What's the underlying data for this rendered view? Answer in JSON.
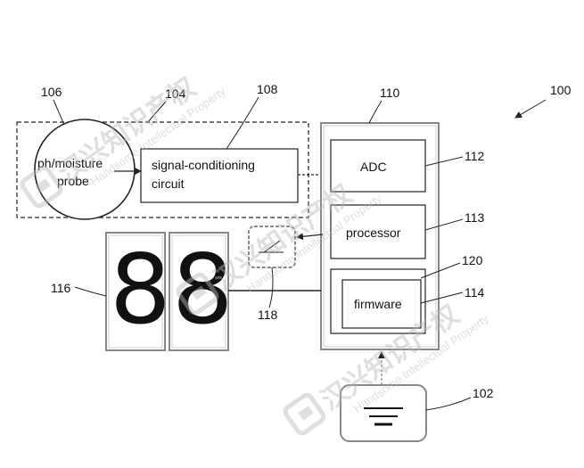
{
  "figure": {
    "ref_system": "100",
    "ref_probe": "106",
    "ref_sensor_box": "104",
    "ref_signal_circuit": "108",
    "ref_controller": "110",
    "ref_adc": "112",
    "ref_processor": "113",
    "ref_firmware_outer": "120",
    "ref_firmware": "114",
    "ref_display": "116",
    "ref_switch": "118",
    "ref_battery": "102"
  },
  "labels": {
    "probe_line1": "ph/moisture",
    "probe_line2": "probe",
    "signal_line1": "signal-conditioning",
    "signal_line2": "circuit",
    "adc": "ADC",
    "processor": "processor",
    "firmware": "firmware"
  },
  "display": {
    "digit_left": "8",
    "digit_right": "8"
  },
  "watermark": {
    "text": "汉兴知识产权",
    "subtext": "Handsome Intellectual Property"
  },
  "icons": [
    "watermark-logo-icon",
    "battery-symbol-icon",
    "switch-symbol-icon"
  ]
}
